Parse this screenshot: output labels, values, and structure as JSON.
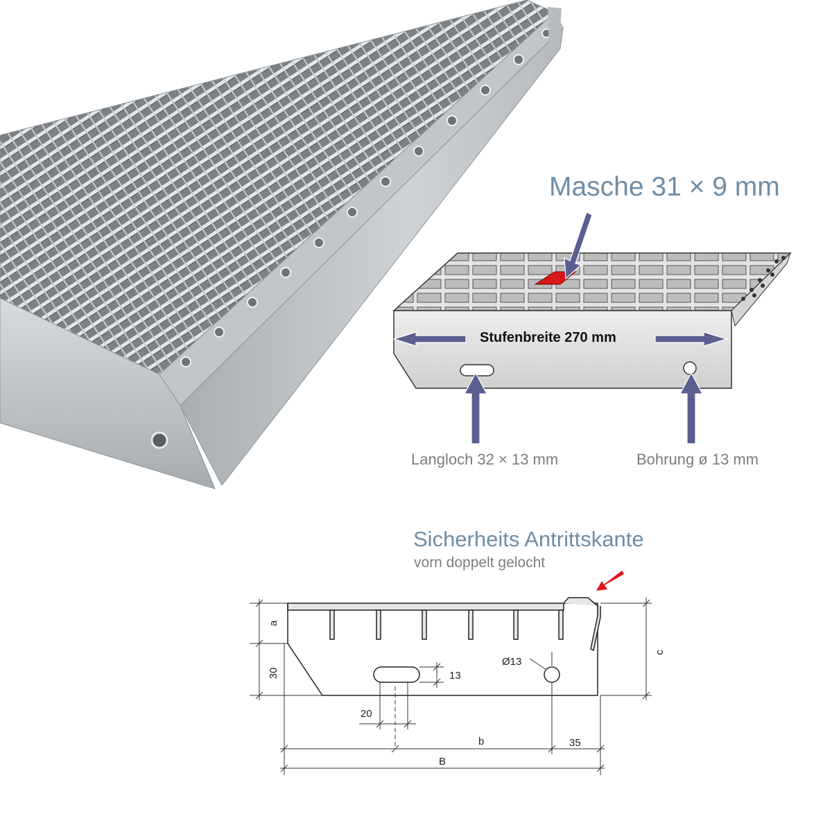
{
  "callouts": {
    "mesh": "Masche 31 × 9 mm",
    "step_width": "Stufenbreite 270 mm",
    "slot": "Langloch 32 × 13 mm",
    "bore": "Bohrung ø 13 mm"
  },
  "safety_edge": {
    "title": "Sicherheits Antrittskante",
    "subtitle": "vorn doppelt gelocht"
  },
  "drawing": {
    "dim_a": "a",
    "dim_30": "30",
    "dim_13": "13",
    "dim_dia13": "Ø13",
    "dim_20": "20",
    "dim_b": "b",
    "dim_35": "35",
    "dim_B": "B",
    "dim_c": "c"
  },
  "colors": {
    "label_blue": "#6f8da5",
    "arrow_blue": "#5a5f90",
    "mesh_highlight": "#d81818",
    "red_arrow": "#e0141a"
  }
}
